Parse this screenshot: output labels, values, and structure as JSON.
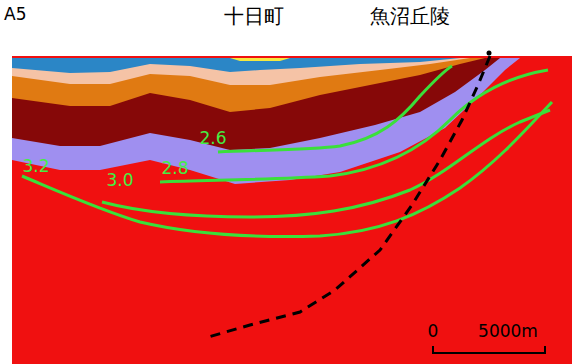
{
  "diagram": {
    "labels": [
      "A5",
      "十日町",
      "魚沼丘陵",
      "3.2",
      "3.0",
      "2.8",
      "2.6",
      "0",
      "5000m"
    ]
  }
}
